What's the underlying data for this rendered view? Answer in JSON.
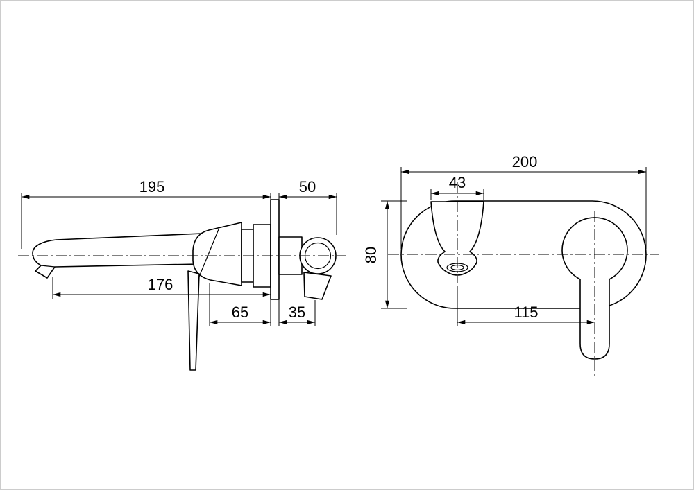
{
  "page": {
    "background": "#ffffff",
    "border_color": "#cccccc",
    "line_color": "#000000"
  },
  "drawing": {
    "kind": "technical-dimension-drawing",
    "subject": "wall-mounted-single-lever-basin-mixer",
    "side_view": {
      "dims": {
        "total_projection": "195",
        "inwall_depth": "50",
        "spout_reach": "176",
        "handle_to_wall": "65",
        "valve_to_wall": "35"
      }
    },
    "front_view": {
      "dims": {
        "plate_width": "200",
        "spout_width": "43",
        "plate_height": "80",
        "spout_to_handle": "115"
      }
    }
  }
}
